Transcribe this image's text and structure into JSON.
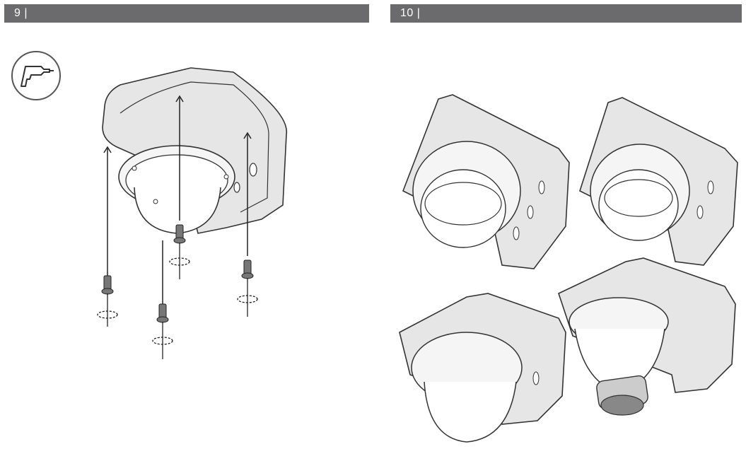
{
  "steps": [
    {
      "label": "9 |",
      "tool_icon": "power-drill-icon",
      "figure": "dome-camera-mounted-in-bracket-with-four-screws"
    },
    {
      "label": "10 |",
      "figures": [
        "dome-camera-variant-1",
        "dome-camera-variant-2",
        "dome-camera-variant-3",
        "turret-camera-variant"
      ]
    }
  ],
  "colors": {
    "header_bg": "#6b6b6d",
    "header_text": "#ffffff",
    "line": "#333333",
    "bracket_fill": "#e6e6e6"
  }
}
